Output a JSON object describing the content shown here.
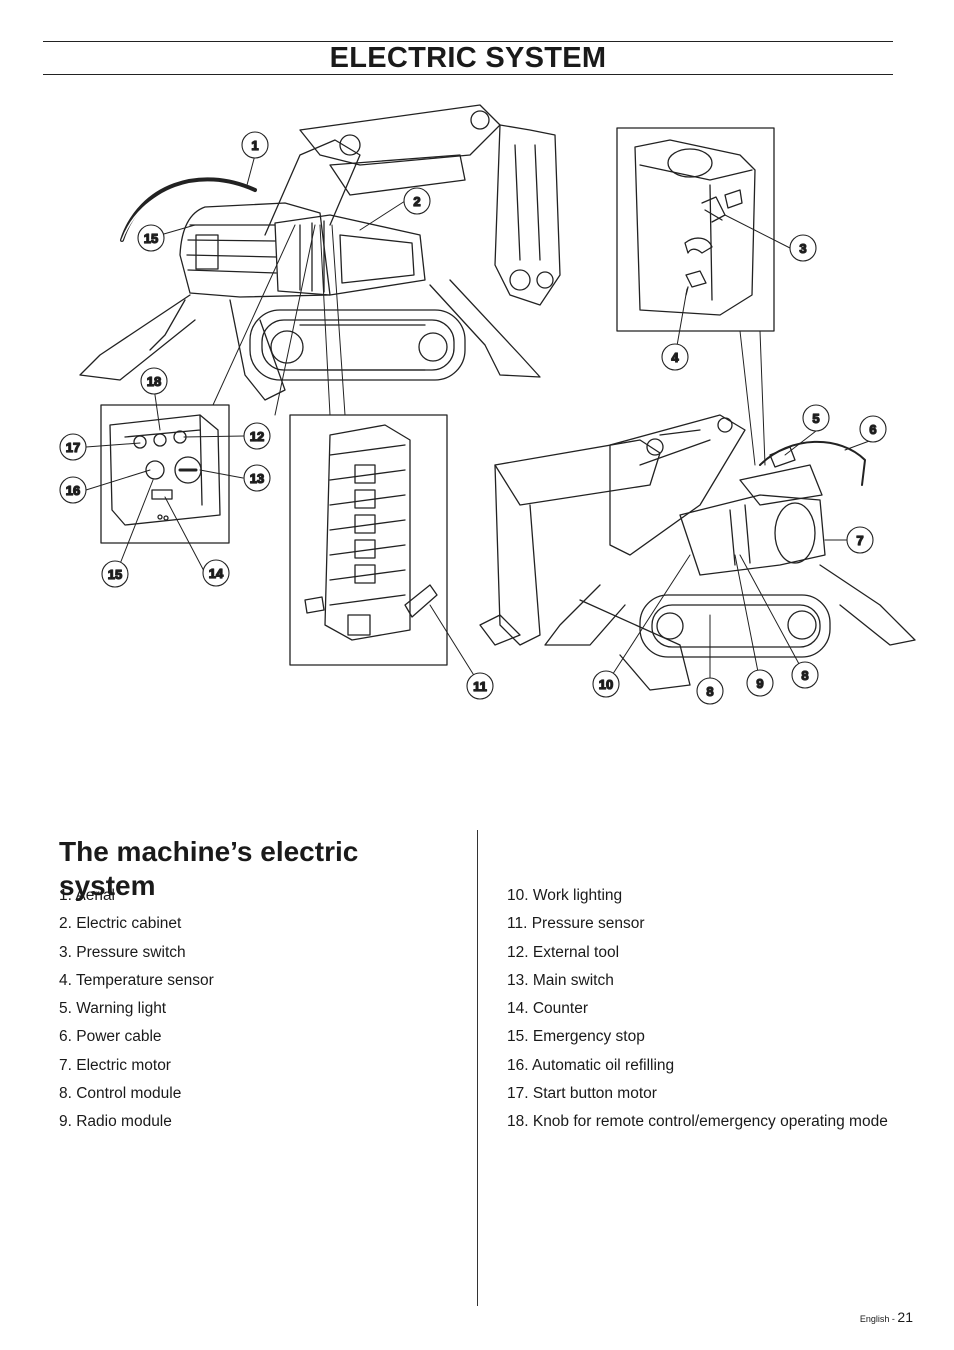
{
  "header": {
    "section_title": "ELECTRIC SYSTEM"
  },
  "figure": {
    "callout_labels": [
      "1",
      "2",
      "3",
      "4",
      "5",
      "6",
      "7",
      "8",
      "8",
      "9",
      "10",
      "11",
      "12",
      "13",
      "14",
      "15",
      "15",
      "16",
      "17",
      "18"
    ]
  },
  "content": {
    "heading": "The machine’s electric system",
    "legend_left": [
      "1. Aerial",
      "2. Electric cabinet",
      "3. Pressure switch",
      "4. Temperature sensor",
      "5. Warning light",
      "6. Power cable",
      "7. Electric motor",
      "8. Control module",
      "9. Radio module"
    ],
    "legend_right": [
      "10. Work lighting",
      "11. Pressure sensor",
      "12. External tool",
      "13. Main switch",
      "14. Counter",
      "15. Emergency stop",
      "16. Automatic oil refilling",
      "17. Start button motor",
      "18. Knob for remote control/emergency operating mode"
    ]
  },
  "footer": {
    "language": "English - ",
    "page_number": "21"
  }
}
